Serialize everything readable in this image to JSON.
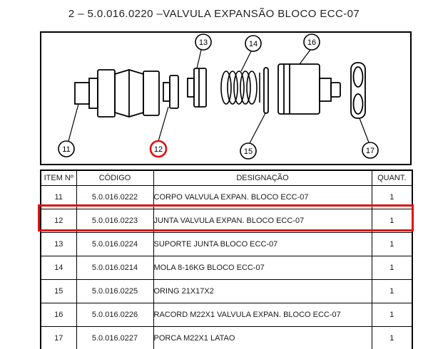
{
  "title": "2 – 5.0.016.0220 –VALVULA EXPANSÃO BLOCO ECC-07",
  "accent_color": "#e01010",
  "diagram": {
    "balloons": [
      {
        "label": "11",
        "highlighted": false
      },
      {
        "label": "12",
        "highlighted": true
      },
      {
        "label": "13",
        "highlighted": false
      },
      {
        "label": "14",
        "highlighted": false
      },
      {
        "label": "15",
        "highlighted": false
      },
      {
        "label": "16",
        "highlighted": false
      },
      {
        "label": "17",
        "highlighted": false
      }
    ]
  },
  "table": {
    "headers": {
      "item": "ITEM Nº",
      "codigo": "CÓDIGO",
      "designacao": "DESIGNAÇÃO",
      "quant": "QUANT."
    },
    "rows": [
      {
        "item": "11",
        "codigo": "5.0.016.0222",
        "designacao": "CORPO VALVULA EXPAN. BLOCO ECC-07",
        "quant": "1",
        "highlighted": false
      },
      {
        "item": "12",
        "codigo": "5.0.016.0223",
        "designacao": "JUNTA VALVULA EXPAN. BLOCO ECC-07",
        "quant": "1",
        "highlighted": true
      },
      {
        "item": "13",
        "codigo": "5.0.016.0224",
        "designacao": "SUPORTE JUNTA BLOCO ECC-07",
        "quant": "1",
        "highlighted": false
      },
      {
        "item": "14",
        "codigo": "5.0.016.0214",
        "designacao": "MOLA 8-16KG BLOCO ECC-07",
        "quant": "1",
        "highlighted": false
      },
      {
        "item": "15",
        "codigo": "5.0.016.0225",
        "designacao": "ORING 21X17X2",
        "quant": "1",
        "highlighted": false
      },
      {
        "item": "16",
        "codigo": "5.0.016.0226",
        "designacao": "RACORD M22X1 VALVULA EXPAN. BLOCO ECC-07",
        "quant": "1",
        "highlighted": false
      },
      {
        "item": "17",
        "codigo": "5.0.016.0227",
        "designacao": "PORCA M22X1 LATAO",
        "quant": "1",
        "highlighted": false
      }
    ]
  }
}
